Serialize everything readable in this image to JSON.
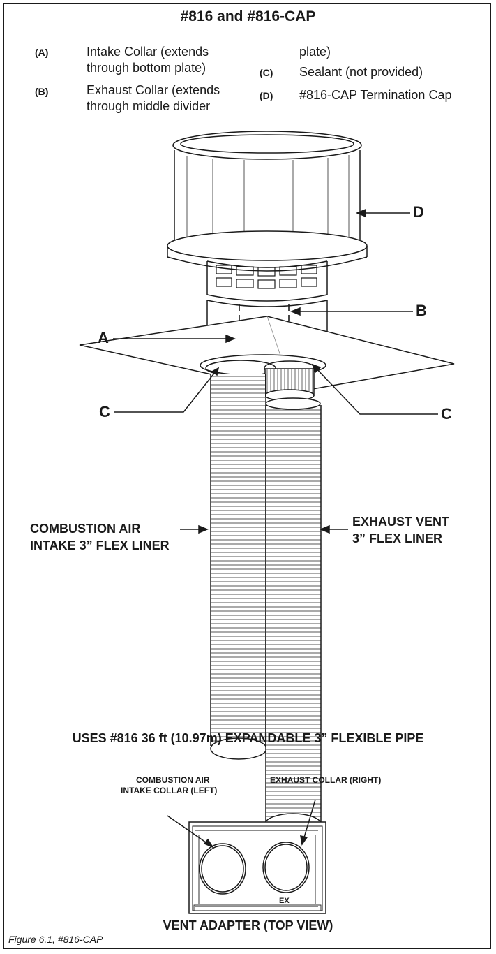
{
  "title": "#816 and #816-CAP",
  "legend": {
    "a_key": "(A)",
    "a_line1": "Intake Collar (extends",
    "a_line2": "through bottom plate)",
    "b_key": "(B)",
    "b_line1": "Exhaust Collar (extends",
    "b_line2": "through middle divider",
    "b_line3": "plate)",
    "c_key": "(C)",
    "c_text": "Sealant (not provided)",
    "d_key": "(D)",
    "d_text": "#816-CAP Termination Cap"
  },
  "callouts": {
    "a": "A",
    "b": "B",
    "c_left": "C",
    "c_right": "C",
    "d": "D"
  },
  "labels": {
    "intake_line1": "COMBUSTION AIR",
    "intake_line2": "INTAKE 3” FLEX LINER",
    "exhaust_line1": "EXHAUST VENT",
    "exhaust_line2": "3” FLEX LINER",
    "uses": "USES #816 36 ft (10.97m) EXPANDABLE 3” FLEXIBLE PIPE",
    "adapter_left1": "COMBUSTION AIR",
    "adapter_left2": "INTAKE COLLAR (LEFT)",
    "adapter_right": "EXHAUST COLLAR (RIGHT)",
    "adapter_ex": "EX",
    "adapter_title": "VENT ADAPTER (TOP VIEW)"
  },
  "caption": "Figure 6.1, #816-CAP"
}
